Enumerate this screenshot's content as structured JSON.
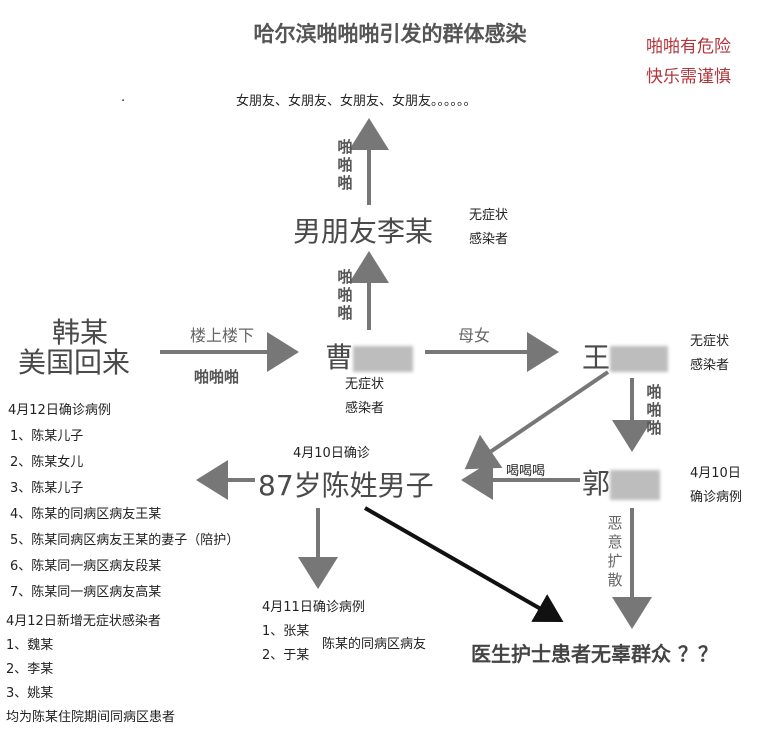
{
  "title": "哈尔滨啪啪啪引发的群体感染",
  "warning": [
    "啪啪有危险",
    "快乐需谨慎"
  ],
  "girlfriends": "女朋友、女朋友、女朋友、女朋友。。。。。。",
  "nodes": {
    "boyfriend": "男朋友李某",
    "boyfriend_note": [
      "无症状",
      "感染者"
    ],
    "han": [
      "韩某",
      "美国回来"
    ],
    "cao": "曹",
    "cao_note": [
      "无症状",
      "感染者"
    ],
    "wang": "王",
    "wang_note": [
      "无症状",
      "感染者"
    ],
    "chen": "87岁陈姓男子",
    "chen_date": "4月10日确诊",
    "guo": "郭",
    "guo_note": [
      "4月10日",
      "确诊病例"
    ],
    "public": "医生护士患者无辜群众 ？？"
  },
  "edges": {
    "papa_up_top": "啪啪啪",
    "papa_up_bottom": "啪啪啪",
    "loushang": "楼上楼下",
    "papa_han": "啪啪啪",
    "munv": "母女",
    "papa_wang": "啪啪啪",
    "hehehe": "喝喝喝",
    "spread": "恶意扩散"
  },
  "list_412": {
    "header": "4月12日确诊病例",
    "items": [
      "1、陈某儿子",
      "2、陈某女儿",
      "3、陈某儿子",
      "4、陈某的同病区病友王某",
      "5、陈某同病区病友王某的妻子（陪护）",
      "6、陈某同一病区病友段某",
      "7、陈某同一病区病友高某"
    ]
  },
  "list_asym": {
    "header": "4月12日新增无症状感染者",
    "items": [
      "1、魏某",
      "2、李某",
      "3、姚某"
    ],
    "footer": "均为陈某住院期间同病区患者"
  },
  "list_411": {
    "header": "4月11日确诊病例",
    "items": [
      "1、张某",
      "2、于某"
    ],
    "note": "陈某的同病区病友"
  }
}
